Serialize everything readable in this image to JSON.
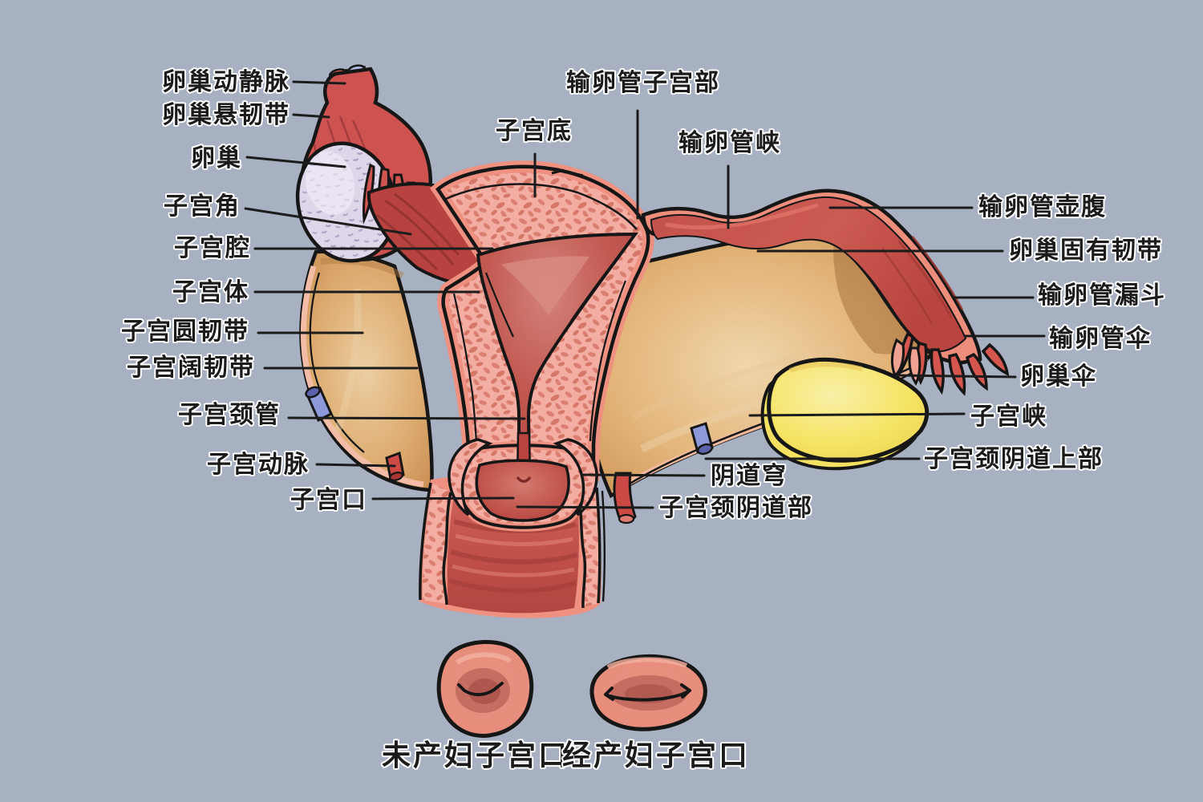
{
  "labels": {
    "ovarian_vessels": "卵巢动静脉",
    "ovarian_suspensory_ligament": "卵巢悬韧带",
    "ovary": "卵巢",
    "uterine_horn": "子宫角",
    "uterine_cavity": "子宫腔",
    "uterine_body": "子宫体",
    "round_ligament": "子宫圆韧带",
    "broad_ligament": "子宫阔韧带",
    "cervical_canal": "子宫颈管",
    "uterine_artery": "子宫动脉",
    "uterine_orifice": "子宫口",
    "tube_uterine_part": "输卵管子宫部",
    "uterine_fundus": "子宫底",
    "tube_isthmus": "输卵管峡",
    "tube_ampulla": "输卵管壶腹",
    "ovarian_proper_ligament": "卵巢固有韧带",
    "tube_infundibulum": "输卵管漏斗",
    "tube_fimbriae": "输卵管伞",
    "ovarian_fimbria": "卵巢伞",
    "uterine_isthmus": "子宫峡",
    "cervix_supravaginal": "子宫颈阴道上部",
    "vaginal_fornix": "阴道穹",
    "cervix_vaginal_part": "子宫颈阴道部"
  },
  "captions": {
    "nulliparous_os": "未产妇子宫口",
    "parous_os": "经产妇子宫口"
  },
  "colors": {
    "background": "#a8b1c2",
    "outline": "#161616",
    "uterus_wall": "#f4ada2",
    "wall_speckle": "#db7f72",
    "serosa": "#ee9181",
    "cavity": "#b8443f",
    "broad_ligament": "#e2b377",
    "left_ovary": "#ded7ea",
    "yellow_body": "#f5e360",
    "tube": "#cc5850",
    "vessel_blue": "#8d99d8",
    "vessel_red": "#c23d3e"
  }
}
